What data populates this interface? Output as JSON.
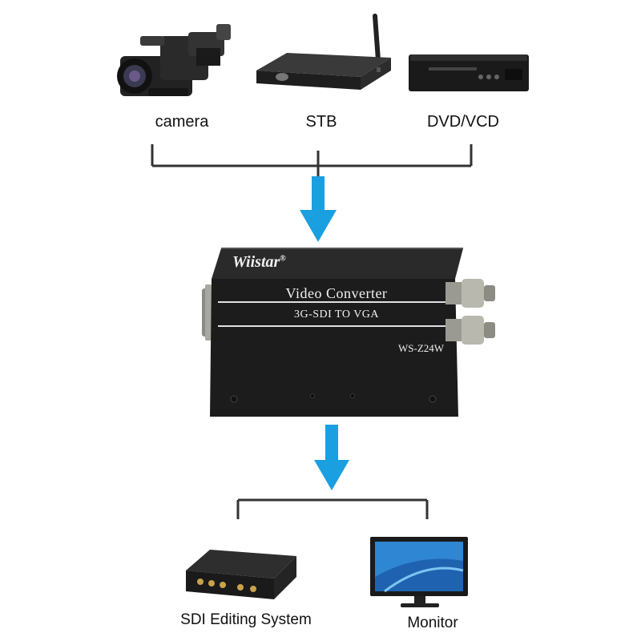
{
  "sources": [
    {
      "label": "camera",
      "icon": "camera-icon"
    },
    {
      "label": "STB",
      "icon": "set-top-box-icon"
    },
    {
      "label": "DVD/VCD",
      "icon": "dvd-player-icon"
    }
  ],
  "converter": {
    "brand": "Wiistar",
    "registered": "®",
    "title": "Video Converter",
    "subtitle": "3G-SDI TO VGA",
    "model": "WS-Z24W"
  },
  "outputs": [
    {
      "label": "SDI Editing System",
      "icon": "sdi-editing-system-icon"
    },
    {
      "label": "Monitor",
      "icon": "monitor-icon"
    }
  ],
  "colors": {
    "arrow": "#1a9fe0",
    "line": "#333333",
    "device_body": "#1c1c1c"
  }
}
